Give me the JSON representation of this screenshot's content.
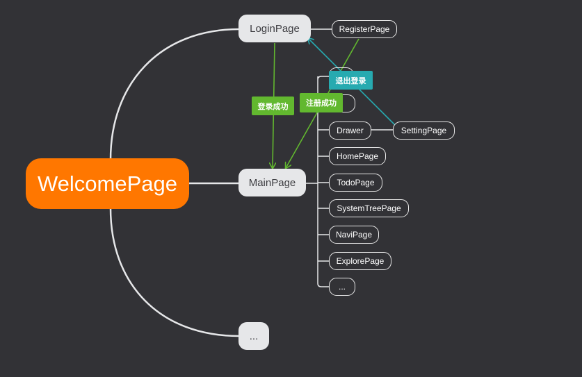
{
  "nodes": {
    "root": "WelcomePage",
    "login": "LoginPage",
    "main": "MainPage",
    "more": "...",
    "register": "RegisterPage",
    "hidden_child": "...",
    "drawer": "Drawer",
    "setting": "SettingPage",
    "home": "HomePage",
    "todo": "TodoPage",
    "system_tree": "SystemTreePage",
    "navi": "NaviPage",
    "explore": "ExplorePage",
    "main_more": "..."
  },
  "labels": {
    "login_success": "登录成功",
    "register_success": "注册成功",
    "logout": "退出登录"
  },
  "colors": {
    "root_fill": "#ff7700",
    "branch_line": "#e6e7e9",
    "success_arrow": "#62b82f",
    "logout_arrow": "#27aab0"
  }
}
